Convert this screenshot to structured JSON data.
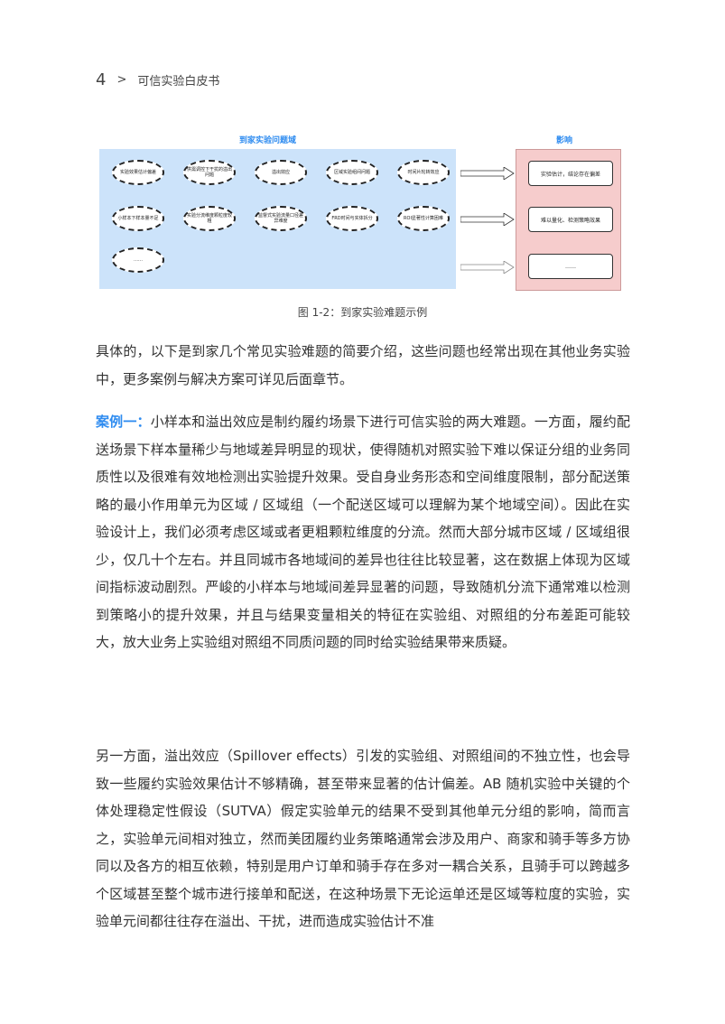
{
  "header": {
    "page_number": "4",
    "separator": ">",
    "title": "可信实验白皮书"
  },
  "diagram": {
    "left_title": "到家实验问题域",
    "right_title": "影响",
    "problems": [
      "实验效果估计偏差",
      "供需调控下干扰的溢出问题",
      "溢出效应",
      "区域实验组间问题",
      "时间片轮转效应",
      "小样本下样本量不足",
      "实验分流维度颗粒度较粗",
      "监督式实验流量口径差异难度",
      "FRD时间与实体拆分",
      "ROI显著性计算困难",
      "……"
    ],
    "impacts": [
      "实验估计，结论存在偏差",
      "难以量化、检测策略效果",
      "……"
    ]
  },
  "caption": "图 1-2：到家实验难题示例",
  "paragraphs": {
    "p1": "具体的，以下是到家几个常见实验难题的简要介绍，这些问题也经常出现在其他业务实验中，更多案例与解决方案可详见后面章节。",
    "p2_label": "案例一：",
    "p2": "小样本和溢出效应是制约履约场景下进行可信实验的两大难题。一方面，履约配送场景下样本量稀少与地域差异明显的现状，使得随机对照实验下难以保证分组的业务同质性以及很难有效地检测出实验提升效果。受自身业务形态和空间维度限制，部分配送策略的最小作用单元为区域 / 区域组（一个配送区域可以理解为某个地域空间）。因此在实验设计上，我们必须考虑区域或者更粗颗粒维度的分流。然而大部分城市区域 / 区域组很少，仅几十个左右。并且同城市各地域间的差异也往往比较显著，这在数据上体现为区域间指标波动剧烈。严峻的小样本与地域间差异显著的问题，导致随机分流下通常难以检测到策略小的提升效果，并且与结果变量相关的特征在实验组、对照组的分布差距可能较大，放大业务上实验组对照组不同质问题的同时给实验结果带来质疑。",
    "p3": "另一方面，溢出效应（Spillover effects）引发的实验组、对照组间的不独立性，也会导致一些履约实验效果估计不够精确，甚至带来显著的估计偏差。AB 随机实验中关键的个体处理稳定性假设（SUTVA）假定实验单元的结果不受到其他单元分组的影响，简而言之，实验单元间相对独立，然而美团履约业务策略通常会涉及用户、商家和骑手等多方协同以及各方的相互依赖，特别是用户订单和骑手存在多对一耦合关系，且骑手可以跨越多个区域甚至整个城市进行接单和配送，在这种场景下无论运单还是区域等粒度的实验，实验单元间都往往存在溢出、干扰，进而造成实验估计不准"
  }
}
